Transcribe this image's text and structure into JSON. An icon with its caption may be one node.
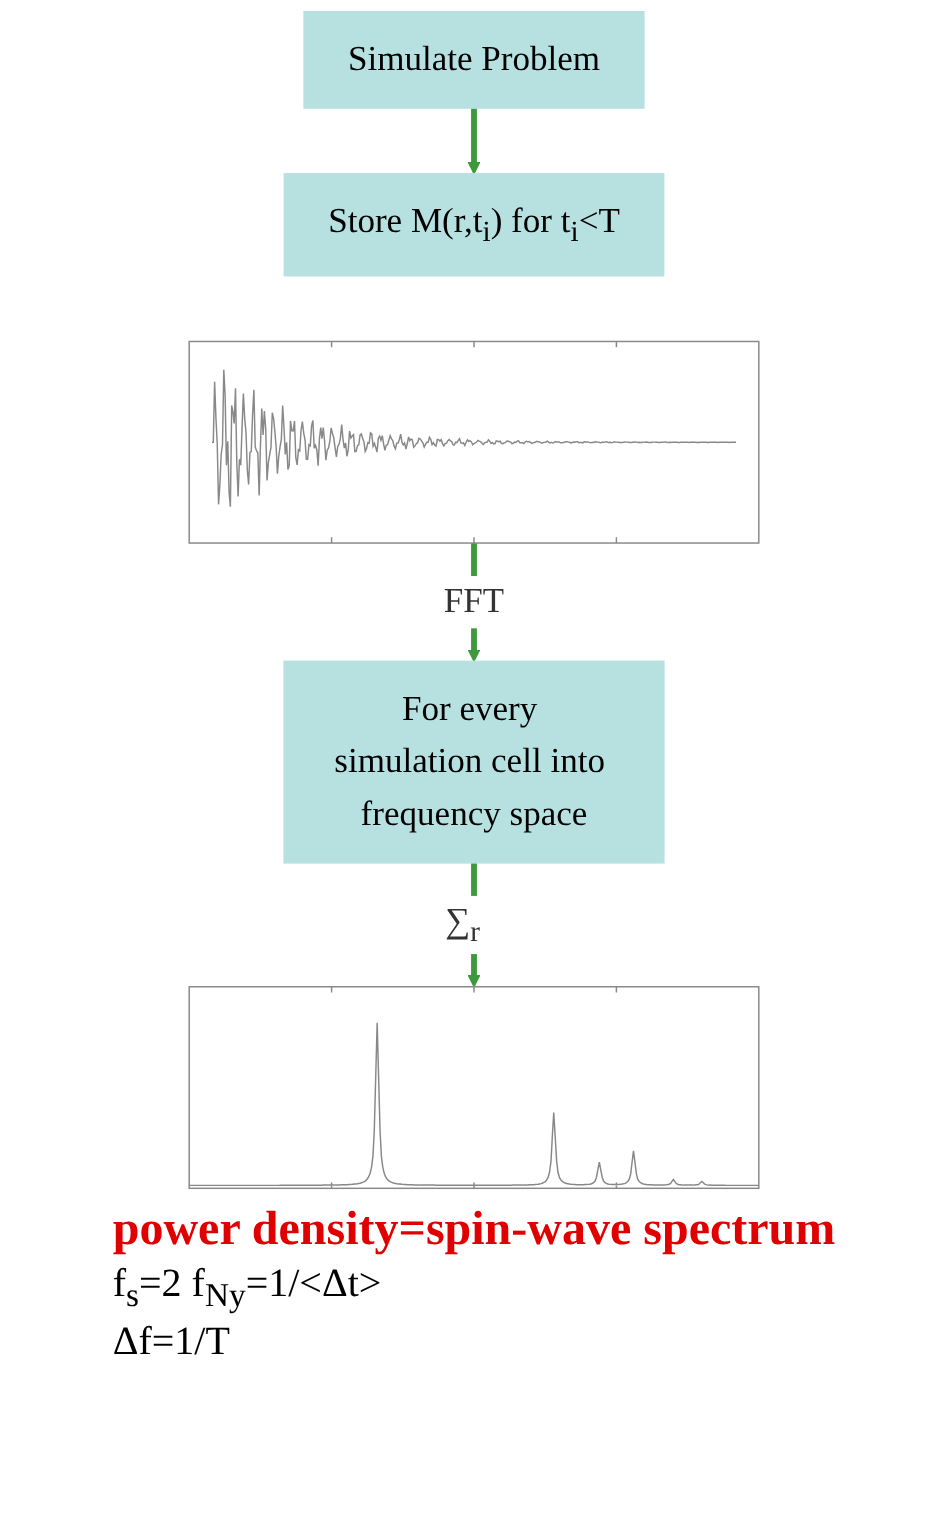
{
  "diagram": {
    "nodes": [
      {
        "text": [
          "Simulate Problem"
        ]
      },
      {
        "text": [
          "Store M(r,t$_{i}$) for t$_{i}$<T"
        ]
      },
      {
        "text": [],
        "shape": "picture"
      },
      {
        "text": [
          "For every simulation cell into frequency space"
        ]
      },
      {
        "text": [],
        "shape": "picture",
        "beside": [
          "power density=spin-wave spectrum"
        ]
      }
    ],
    "edges": [
      {
        "from": 0,
        "to": 1,
        "arrow": "to"
      },
      {
        "from": 2,
        "to": 3,
        "arrow": "to",
        "label": "FFT"
      },
      {
        "from": 3,
        "to": 4,
        "arrow": "to",
        "label": "∑$_{r⃗}$"
      }
    ],
    "labels": [
      "f$_{s}$=2 f$_{Ny}$=1/<Δt>",
      "Δf=1/T"
    ]
  }
}
